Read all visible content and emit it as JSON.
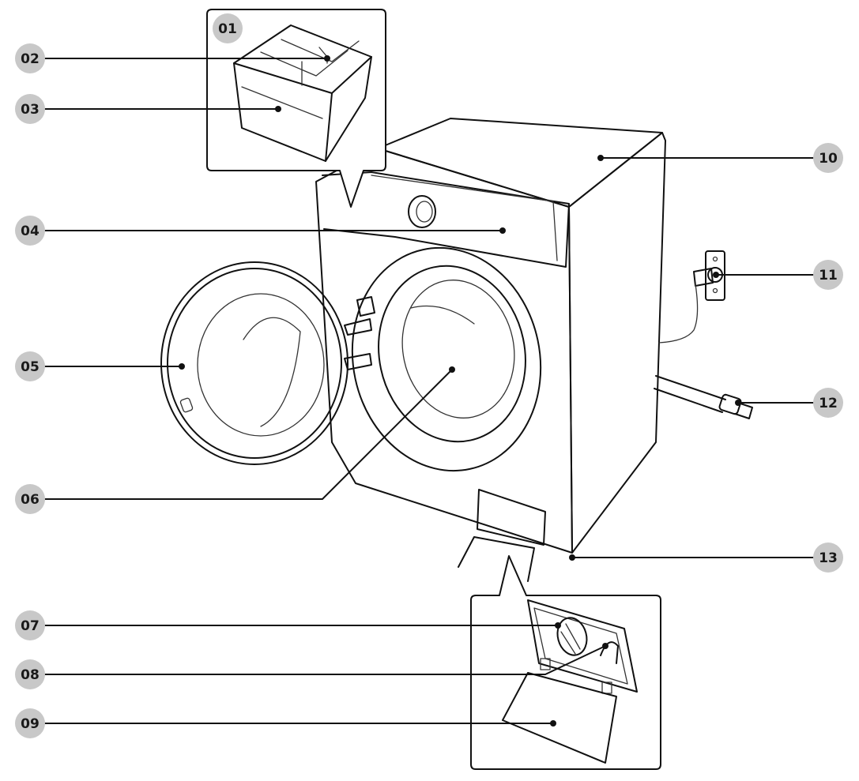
{
  "diagram": {
    "colors": {
      "badge_fill": "#c8c8c8",
      "badge_text": "#1a1a1a",
      "line": "#111111",
      "background": "#ffffff"
    },
    "callouts": [
      {
        "id": "c01",
        "number": "01"
      },
      {
        "id": "c02",
        "number": "02"
      },
      {
        "id": "c03",
        "number": "03"
      },
      {
        "id": "c04",
        "number": "04"
      },
      {
        "id": "c05",
        "number": "05"
      },
      {
        "id": "c06",
        "number": "06"
      },
      {
        "id": "c07",
        "number": "07"
      },
      {
        "id": "c08",
        "number": "08"
      },
      {
        "id": "c09",
        "number": "09"
      },
      {
        "id": "c10",
        "number": "10"
      },
      {
        "id": "c11",
        "number": "11"
      },
      {
        "id": "c12",
        "number": "12"
      },
      {
        "id": "c13",
        "number": "13"
      }
    ]
  }
}
